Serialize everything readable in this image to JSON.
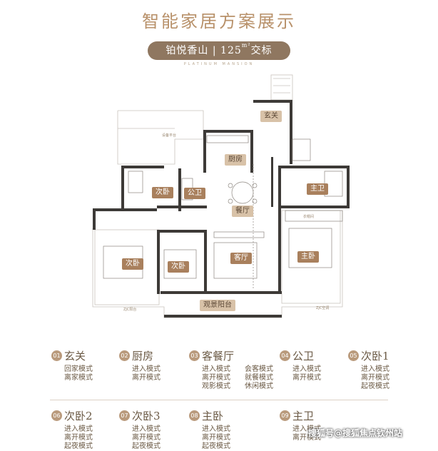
{
  "header": {
    "title": "智能家居方案展示",
    "badge_name": "铂悦香山",
    "badge_sep": "|",
    "badge_area": "125",
    "badge_unit": "m²",
    "badge_suffix": "交标",
    "subline": "PLATINUM MANSION"
  },
  "plan": {
    "rooms": {
      "entrance": "玄关",
      "kitchen": "厨房",
      "dining": "餐厅",
      "living": "客厅",
      "public_bath": "公卫",
      "second_bed": "次卧",
      "third_bed": "次卧",
      "fourth_bed": "次卧",
      "master_bed": "主卧",
      "master_bath": "主卫",
      "balcony": "观景阳台"
    },
    "notes": {
      "left_bottom": "ZJC阳台",
      "right_bottom": "ZJC空调",
      "wardrobe": "衣帽间",
      "equip": "设备平台"
    }
  },
  "legend": [
    {
      "num": "01",
      "name": "玄关",
      "modes": [
        "回家模式",
        "离家模式"
      ]
    },
    {
      "num": "02",
      "name": "厨房",
      "modes": [
        "进入模式",
        "离开模式"
      ]
    },
    {
      "num": "03",
      "name": "客餐厅",
      "modes": [
        "进入模式",
        "会客模式",
        "离开模式",
        "就餐模式",
        "观影模式",
        "休闲模式"
      ]
    },
    {
      "num": "04",
      "name": "公卫",
      "modes": [
        "进入模式",
        "离开模式"
      ]
    },
    {
      "num": "05",
      "name": "次卧1",
      "modes": [
        "进入模式",
        "离开模式",
        "起夜模式"
      ]
    },
    {
      "num": "06",
      "name": "次卧2",
      "modes": [
        "进入模式",
        "离开模式",
        "起夜模式"
      ]
    },
    {
      "num": "07",
      "name": "次卧3",
      "modes": [
        "进入模式",
        "离开模式",
        "起夜模式"
      ]
    },
    {
      "num": "08",
      "name": "主卧",
      "modes": [
        "进入模式",
        "离开模式",
        "起夜模式"
      ]
    },
    {
      "num": "09",
      "name": "主卫",
      "modes": [
        "进入模式",
        "离开模式"
      ]
    }
  ],
  "watermark": "搜狐号@搜狐焦点钦州站",
  "colors": {
    "accent": "#b8916a",
    "badge": "#8f7760",
    "room_tag": "#a9805d",
    "wall": "#3d3a37"
  }
}
